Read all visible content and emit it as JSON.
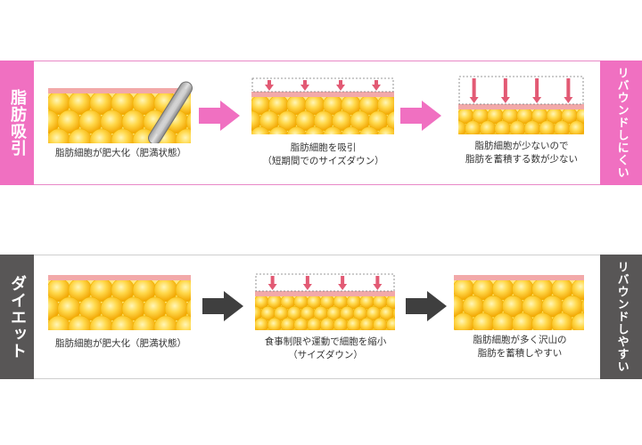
{
  "colors": {
    "pink_accent": "#f070c1",
    "gray_accent": "#585656",
    "skin_layer": "#f2a9a9",
    "fat_cell_light": "#fff2a0",
    "fat_cell_dark": "#f2a400",
    "push_arrow": "#e25a74"
  },
  "icons": {
    "step_arrow_top": "right-arrow",
    "step_arrow_bottom": "right-arrow",
    "cannula": "suction-cannula",
    "push_arrow": "down-arrow"
  },
  "liposuction": {
    "side_label": "脂肪吸引",
    "result_label": "リバウンドしにくい",
    "steps": [
      {
        "caption_lines": [
          "脂肪細胞が肥大化（肥満状態）"
        ]
      },
      {
        "caption_lines": [
          "脂肪細胞を吸引",
          "（短期間でのサイズダウン）"
        ]
      },
      {
        "caption_lines": [
          "脂肪細胞が少ないので",
          "脂肪を蓄積する数が少ない"
        ]
      }
    ]
  },
  "diet": {
    "side_label": "ダイエット",
    "result_label": "リバウンドしやすい",
    "steps": [
      {
        "caption_lines": [
          "脂肪細胞が肥大化（肥満状態）"
        ]
      },
      {
        "caption_lines": [
          "食事制限や運動で細胞を縮小",
          "（サイズダウン）"
        ]
      },
      {
        "caption_lines": [
          "脂肪細胞が多く沢山の",
          "脂肪を蓄積しやすい"
        ]
      }
    ]
  }
}
